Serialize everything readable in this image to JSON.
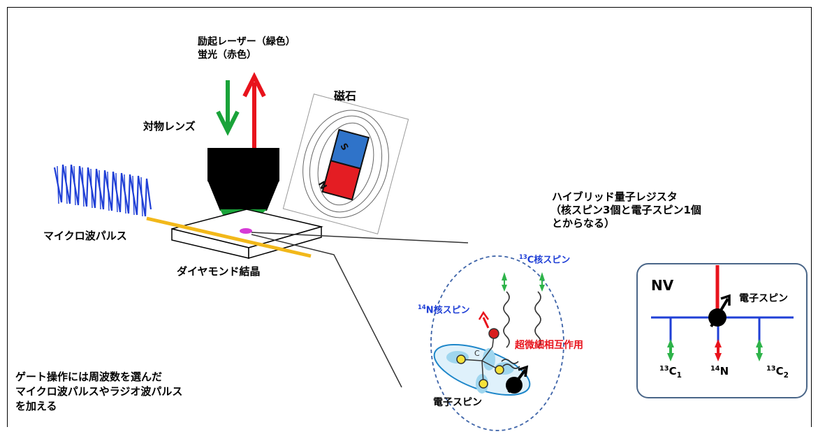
{
  "labels": {
    "laser_line1": "励起レーザー（緑色）",
    "laser_line2": "蛍光（赤色）",
    "magnet": "磁石",
    "objective": "対物レンズ",
    "microwave": "マイクロ波パルス",
    "diamond": "ダイヤモンド結晶",
    "register_line1": "ハイブリッド量子レジスタ",
    "register_line2": "（核スピン3個と電子スピン1個",
    "register_line3": "とからなる）",
    "gate_line1": "ゲート操作には周波数を選んだ",
    "gate_line2": "マイクロ波パルスやラジオ波パルス",
    "gate_line3": "を加える",
    "c13_sup": "13",
    "c13_spin": "C核スピン",
    "n14_sup": "14",
    "n14_spin": "N核スピン",
    "hyperfine": "超微細相互作用",
    "electron_spin": "電子スピン",
    "carbon_atom": "C",
    "nv": "NV",
    "nv_electron_spin": "電子スピン",
    "c1_sup": "13",
    "c1_main": "C",
    "c1_sub": "1",
    "n_sup": "14",
    "n_main": "N",
    "c2_sup": "13",
    "c2_main": "C",
    "c2_sub": "2",
    "magnet_s": "S",
    "magnet_n": "N"
  },
  "colors": {
    "green": "#1aa33a",
    "red": "#e8131c",
    "blue": "#1f3fd6",
    "orange": "#f2b81a",
    "magnet_blue": "#2f73c9",
    "magnet_red": "#e41d23",
    "dashed_blue": "#3d63a8",
    "spin_green": "#2eb34a"
  }
}
